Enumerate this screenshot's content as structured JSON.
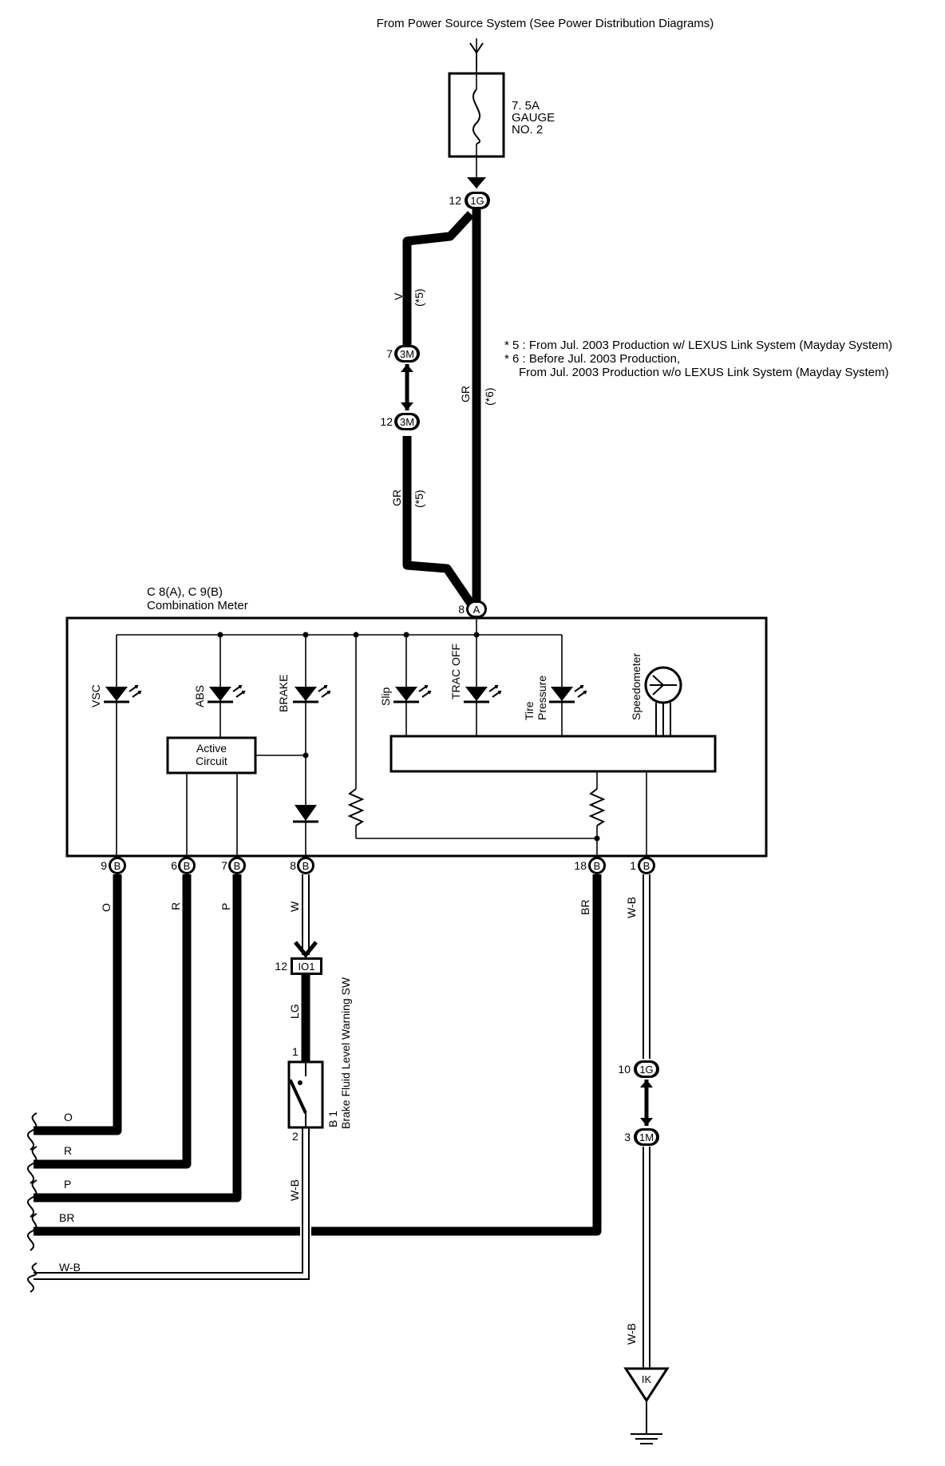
{
  "header": {
    "source_note": "From Power Source System (See Power Distribution Diagrams)"
  },
  "fuse": {
    "rating": "7. 5A",
    "name": "GAUGE",
    "number": "NO. 2"
  },
  "notes": {
    "note5": "* 5 : From Jul.  2003 Production w/ LEXUS Link System (Mayday System)",
    "note6_line1": "* 6 : Before Jul.  2003 Production,",
    "note6_line2": "From Jul.  2003 Production w/o LEXUS Link System (Mayday System)"
  },
  "connectors": {
    "c1G_top": {
      "id": "1G",
      "pin": "12"
    },
    "c3M_top": {
      "id": "3M",
      "pin": "7"
    },
    "c3M_bottom": {
      "id": "3M",
      "pin": "12"
    },
    "cA": {
      "id": "A",
      "pin": "8"
    },
    "cB_vsc": {
      "id": "B",
      "pin": "9"
    },
    "cB_abs": {
      "id": "B",
      "pin": "6"
    },
    "cB_active": {
      "id": "B",
      "pin": "7"
    },
    "cB_brake": {
      "id": "B",
      "pin": "8"
    },
    "cB_br": {
      "id": "B",
      "pin": "18"
    },
    "cB_wb": {
      "id": "B",
      "pin": "1"
    },
    "cIO1": {
      "id": "IO1",
      "pin": "12"
    },
    "c1G_bottom": {
      "id": "1G",
      "pin": "10"
    },
    "c1M": {
      "id": "1M",
      "pin": "3"
    },
    "ground": {
      "id": "IK"
    }
  },
  "wires": {
    "v_label": "V",
    "v_note": "(*5)",
    "gr_right_label": "GR",
    "gr_right_note": "(*6)",
    "gr_left_label": "GR",
    "gr_left_note": "(*5)",
    "o": "O",
    "r": "R",
    "p": "P",
    "w": "W",
    "lg": "LG",
    "br": "BR",
    "wb_switch": "W-B",
    "wb_pin1": "W-B",
    "wb_ground": "W-B"
  },
  "meter": {
    "title": "C 8(A), C 9(B)",
    "name": "Combination Meter",
    "indicators": [
      "VSC",
      "ABS",
      "BRAKE",
      "Slip",
      "TRAC OFF",
      "Tire",
      "Pressure",
      "Speedometer"
    ],
    "active_circuit_line1": "Active",
    "active_circuit_line2": "Circuit"
  },
  "brake_switch": {
    "code": "B 1",
    "name": "Brake Fluid Level Warning SW",
    "pin_top": "1",
    "pin_bottom": "2"
  },
  "left_outputs": {
    "o": "O",
    "r": "R",
    "p": "P",
    "br": "BR",
    "wb": "W-B"
  }
}
